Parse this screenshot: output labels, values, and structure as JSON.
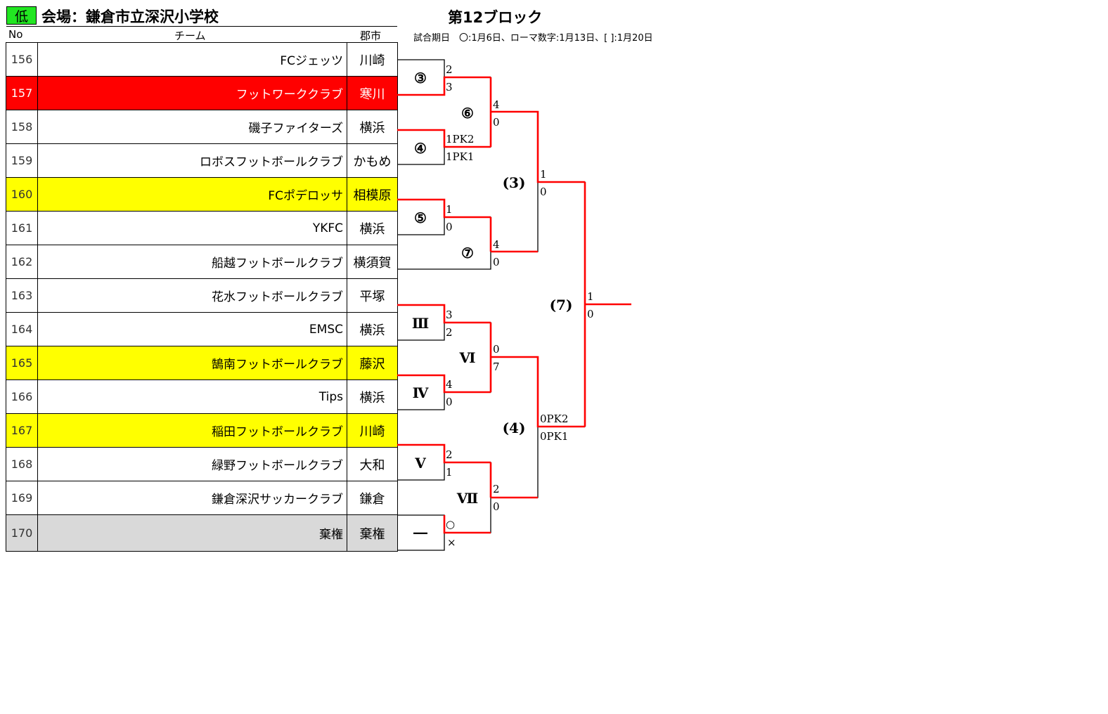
{
  "header": {
    "level_badge": "低",
    "venue": "会場：鎌倉市立深沢小学校",
    "block": "第12ブロック",
    "match_dates": "試合期日　〇:1月6日、ローマ数字:1月13日、[ ]:1月20日"
  },
  "columns": {
    "no": "No",
    "team": "チーム",
    "city": "郡市"
  },
  "colors": {
    "red_row": "#ff0000",
    "yellow_row": "#ffff00",
    "gray_row": "#d9d9d9",
    "badge": "#22e622",
    "winner_line": "#ff0000",
    "bracket_line": "#000000"
  },
  "teams": [
    {
      "no": "156",
      "name": "FCジェッツ",
      "city": "川崎",
      "highlight": "none"
    },
    {
      "no": "157",
      "name": "フットワーククラブ",
      "city": "寒川",
      "highlight": "red"
    },
    {
      "no": "158",
      "name": "磯子ファイターズ",
      "city": "横浜",
      "highlight": "none"
    },
    {
      "no": "159",
      "name": "ロボスフットボールクラブ",
      "city": "かもめ",
      "highlight": "none"
    },
    {
      "no": "160",
      "name": "FCポデロッサ",
      "city": "相模原",
      "highlight": "yellow"
    },
    {
      "no": "161",
      "name": "YKFC",
      "city": "横浜",
      "highlight": "none"
    },
    {
      "no": "162",
      "name": "船越フットボールクラブ",
      "city": "横須賀",
      "highlight": "none"
    },
    {
      "no": "163",
      "name": "花水フットボールクラブ",
      "city": "平塚",
      "highlight": "none"
    },
    {
      "no": "164",
      "name": "EMSC",
      "city": "横浜",
      "highlight": "none"
    },
    {
      "no": "165",
      "name": "鵠南フットボールクラブ",
      "city": "藤沢",
      "highlight": "yellow"
    },
    {
      "no": "166",
      "name": "Tips",
      "city": "横浜",
      "highlight": "none"
    },
    {
      "no": "167",
      "name": "稲田フットボールクラブ",
      "city": "川崎",
      "highlight": "yellow"
    },
    {
      "no": "168",
      "name": "緑野フットボールクラブ",
      "city": "大和",
      "highlight": "none"
    },
    {
      "no": "169",
      "name": "鎌倉深沢サッカークラブ",
      "city": "鎌倉",
      "highlight": "none"
    },
    {
      "no": "170",
      "name": "棄権",
      "city": "棄権",
      "highlight": "gray"
    }
  ],
  "bracket": {
    "match_labels": [
      "③",
      "④",
      "⑤",
      "⑥",
      "⑦",
      "Ⅲ",
      "Ⅳ",
      "Ⅴ",
      "Ⅵ",
      "Ⅶ",
      "(3)",
      "(4)",
      "(7)",
      "―"
    ],
    "scores": [
      "2",
      "3",
      "1PK2",
      "1PK1",
      "1",
      "0",
      "4",
      "0",
      "4",
      "0",
      "1",
      "0",
      "3",
      "2",
      "4",
      "0",
      "2",
      "1",
      "○",
      "×",
      "0",
      "7",
      "2",
      "0",
      "0PK2",
      "0PK1",
      "1",
      "0"
    ]
  }
}
